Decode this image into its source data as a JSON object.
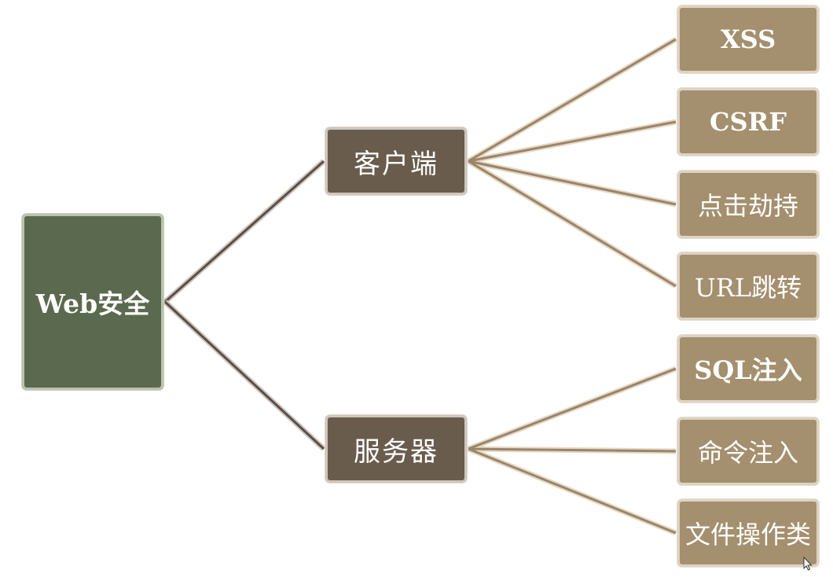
{
  "root": {
    "label": "Web安全"
  },
  "branches": [
    {
      "label": "客户端",
      "children": [
        "XSS",
        "CSRF",
        "点击劫持",
        "URL跳转"
      ]
    },
    {
      "label": "服务器",
      "children": [
        "SQL注入",
        "命令注入",
        "文件操作类"
      ]
    }
  ],
  "colors": {
    "root_fill": "#5b6a4e",
    "branch_fill": "#6a5c4d",
    "leaf_fill": "#a48f6e",
    "root_connector": "#5a4f48",
    "leaf_connector": "#9c8466"
  }
}
